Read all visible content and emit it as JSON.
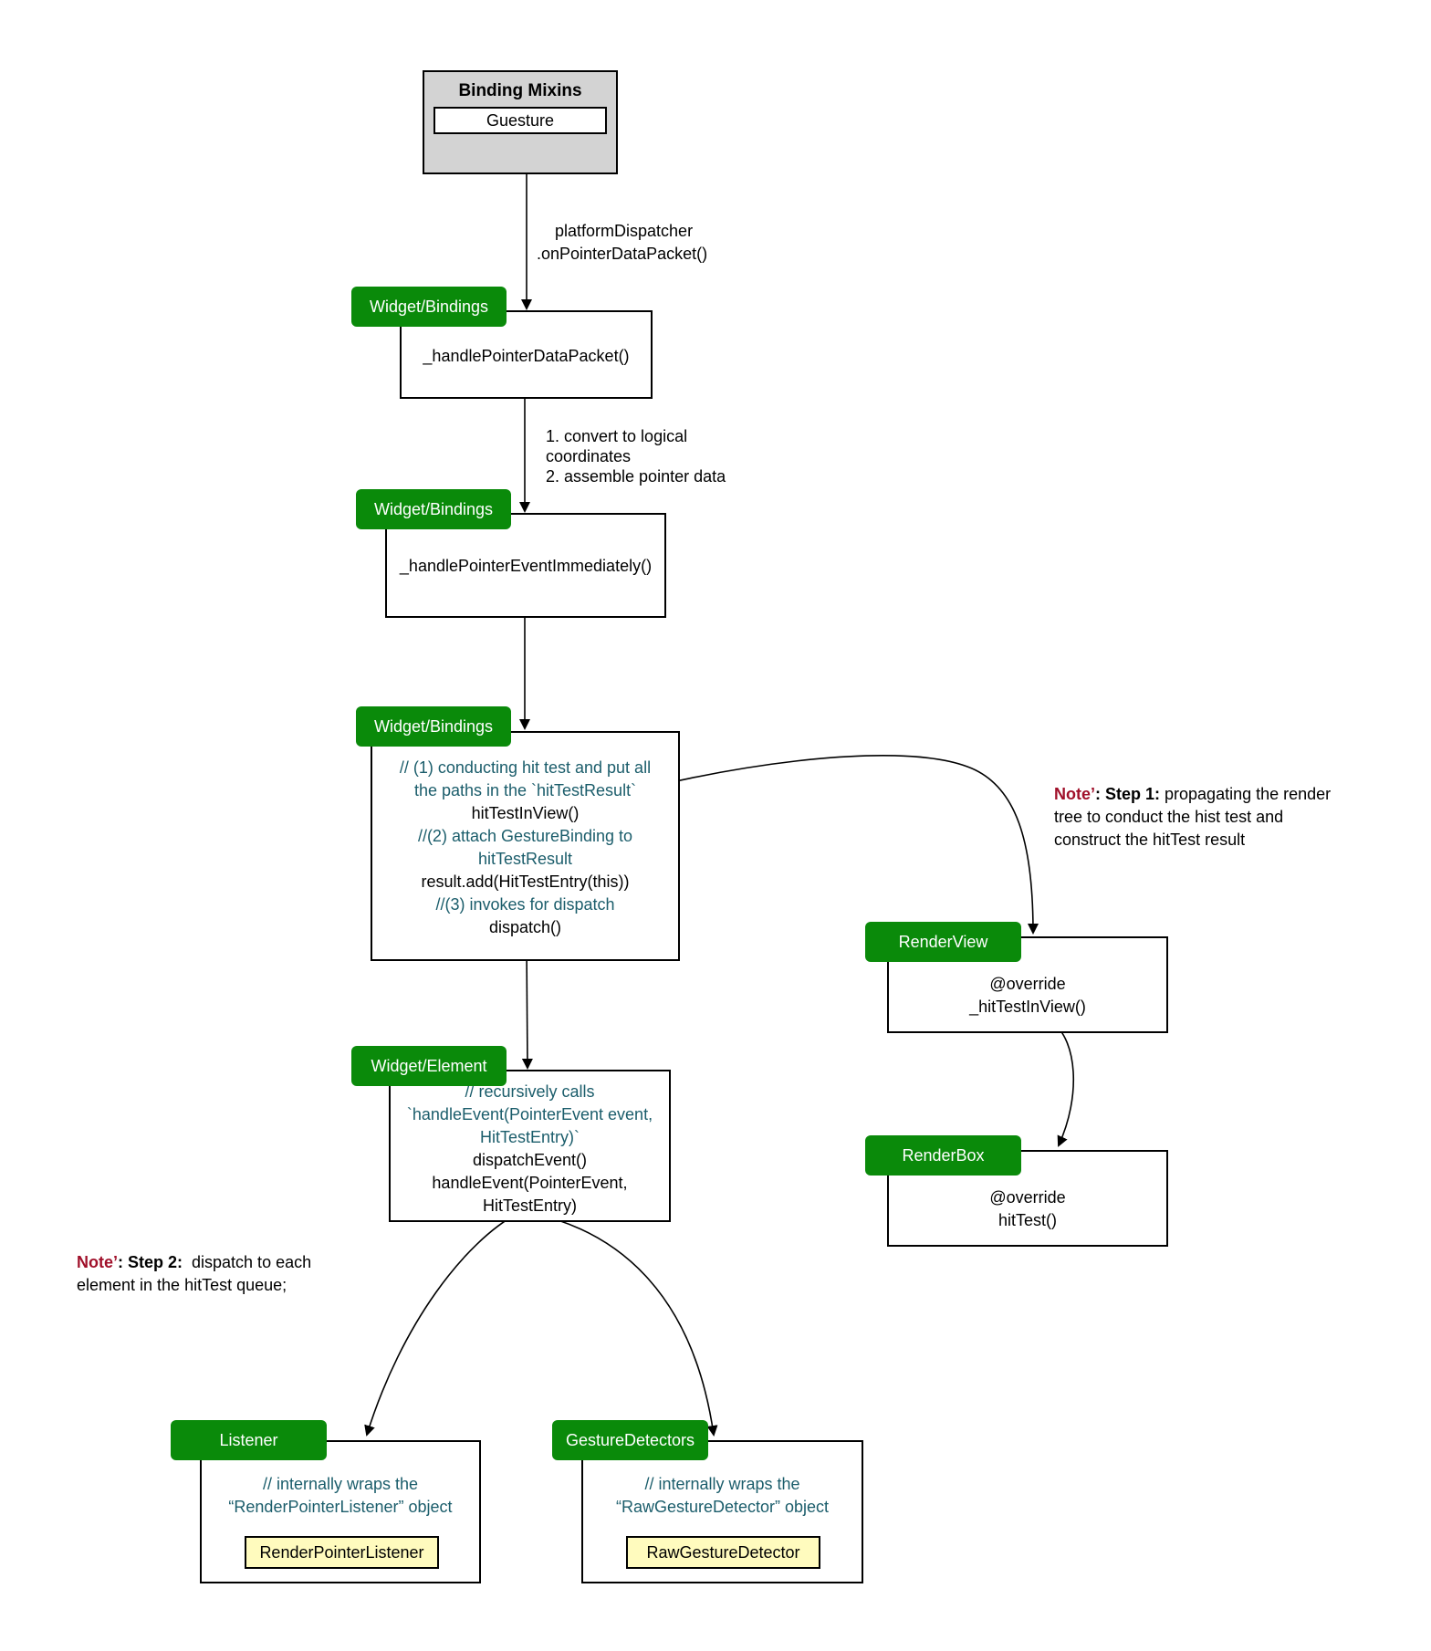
{
  "mixins": {
    "title": "Binding Mixins",
    "inner": "Guesture"
  },
  "edge_labels": {
    "dispatcher": [
      "platformDispatcher",
      ".onPointerDataPacket()"
    ],
    "convert": [
      "1. convert to logical",
      "coordinates",
      "2. assemble pointer data"
    ]
  },
  "nodes": {
    "packet": {
      "tag": "Widget/Bindings",
      "lines": [
        "_handlePointerDataPacket()"
      ]
    },
    "immediately": {
      "tag": "Widget/Bindings",
      "lines": [
        "_handlePointerEventImmediately()"
      ]
    },
    "dispatch": {
      "tag": "Widget/Bindings",
      "comment1": [
        "// (1) conducting hit test and put all",
        "the paths in the `hitTestResult`"
      ],
      "code1": "hitTestInView()",
      "comment2": [
        "//(2) attach GestureBinding to",
        "hitTestResult"
      ],
      "code2": "result.add(HitTestEntry(this))",
      "comment3": "//(3) invokes for dispatch",
      "code3": "dispatch()"
    },
    "element": {
      "tag": "Widget/Element",
      "comment": [
        "// recursively calls",
        "`handleEvent(PointerEvent event,",
        "HitTestEntry)`"
      ],
      "code": [
        "dispatchEvent()",
        "handleEvent(PointerEvent,",
        "HitTestEntry)"
      ]
    },
    "renderview": {
      "tag": "RenderView",
      "lines": [
        "@override",
        "_hitTestInView()"
      ]
    },
    "renderbox": {
      "tag": "RenderBox",
      "lines": [
        "@override",
        "hitTest()"
      ]
    },
    "listener": {
      "tag": "Listener",
      "comment": "// internally wraps the",
      "line2": "“RenderPointerListener” object",
      "inner": "RenderPointerListener"
    },
    "gesture": {
      "tag": "GestureDetectors",
      "comment": "// internally wraps the",
      "line2": "“RawGestureDetector” object",
      "inner": "RawGestureDetector"
    }
  },
  "notes": {
    "step1": {
      "prefix": "Note’",
      "colon": ": ",
      "step": "Step 1:",
      "text1": " propagating the render",
      "text2": "tree to conduct the hist test and",
      "text3": "construct the hitTest result"
    },
    "step2": {
      "prefix": "Note’",
      "colon": ": ",
      "step": "Step 2:",
      "text1": "  dispatch to each",
      "text2": "element in the hitTest queue;"
    }
  },
  "colors": {
    "tag_green": "#0a8a0a",
    "comment_teal": "#1b5d6b",
    "note_red": "#a0102a",
    "mixin_gray": "#d3d3d3",
    "inner_yellow": "#fffbbe"
  }
}
